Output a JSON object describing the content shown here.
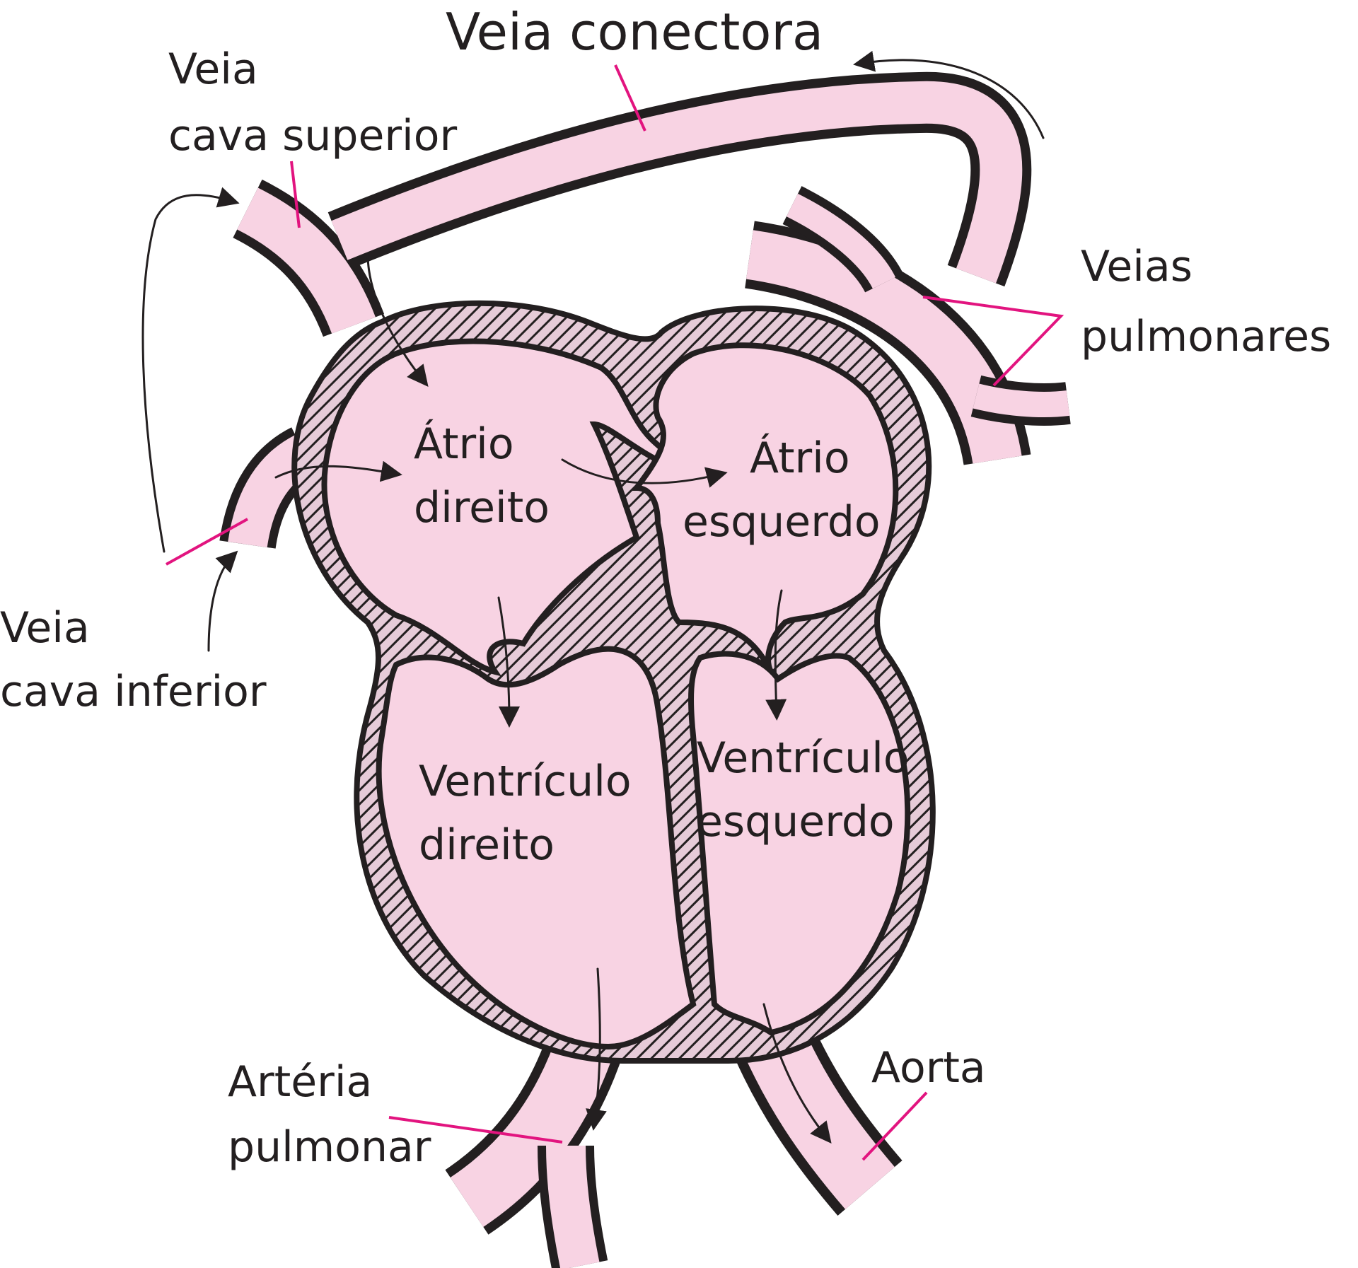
{
  "diagram": {
    "colors": {
      "tissue": "#f8d3e3",
      "wall_stripe": "#231f20",
      "wall_fill": "#e6cbd8",
      "outline": "#231f20",
      "leader": "#e2147f",
      "arrow": "#231f20",
      "text": "#231f20"
    },
    "labels": {
      "veia_conectora": "Veia conectora",
      "veia_cava_superior_1": "Veia",
      "veia_cava_superior_2": "cava superior",
      "veias_pulmonares_1": "Veias",
      "veias_pulmonares_2": "pulmonares",
      "veia_cava_inferior_1": "Veia",
      "veia_cava_inferior_2": "cava inferior",
      "atrio_direito_1": "Átrio",
      "atrio_direito_2": "direito",
      "atrio_esquerdo_1": "Átrio",
      "atrio_esquerdo_2": "esquerdo",
      "ventriculo_direito_1": "Ventrículo",
      "ventriculo_direito_2": "direito",
      "ventriculo_esquerdo_1": "Ventrículo",
      "ventriculo_esquerdo_2": "esquerdo",
      "arteria_pulmonar_1": "Artéria",
      "arteria_pulmonar_2": "pulmonar",
      "aorta": "Aorta"
    }
  }
}
